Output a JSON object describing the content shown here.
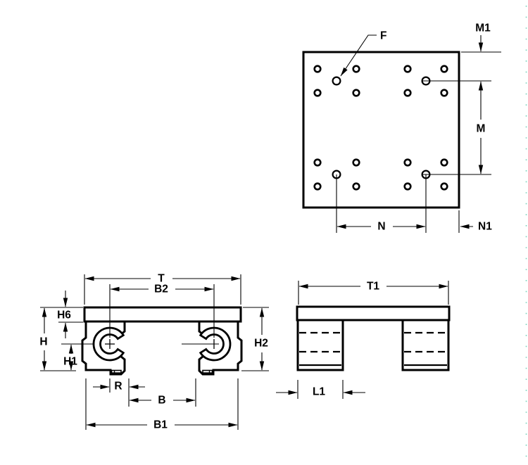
{
  "drawing": {
    "type": "engineering-dimension-drawing",
    "part": "open-type dual shaft linear bearing pillow block, three orthographic views"
  },
  "colors": {
    "background": "#ffffff",
    "line": "#000000",
    "edge_dots": "#4ec2a6"
  },
  "views": {
    "plan": {
      "labels": {
        "f": "F",
        "m1": "M1",
        "m": "M",
        "n": "N",
        "n1": "N1"
      }
    },
    "front": {
      "labels": {
        "t": "T",
        "b2": "B2",
        "h6": "H6",
        "h": "H",
        "h1": "H1",
        "r": "R",
        "b": "B",
        "b1": "B1",
        "h2": "H2"
      }
    },
    "side": {
      "labels": {
        "t1": "T1",
        "l1": "L1"
      }
    }
  }
}
